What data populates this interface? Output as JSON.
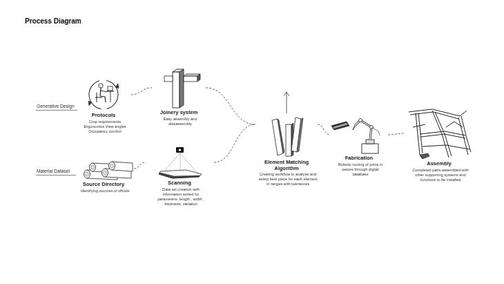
{
  "diagram": {
    "title": "Process Diagram",
    "nodes": [
      {
        "text": [
          "Protocols",
          "Crop requirements Ergonomics View angles Occupancy comfort"
        ]
      },
      {
        "text": [
          "Joinery system",
          "Easy assembly and dissassembly"
        ]
      },
      {
        "text": [
          "Source Directory",
          "Identifying sources of offcuts"
        ]
      },
      {
        "text": [
          "Scanning",
          "Data set creation with information sorted for parameters: length , width , thickness, variation"
        ]
      },
      {
        "text": [
          "Element Matching Algorithm",
          "Creating workflow to analyse and select best piece for each element in ranges with tolerances"
        ]
      },
      {
        "text": [
          "Fabrication",
          "Robotic routing of joints in peices through digital database"
        ]
      },
      {
        "text": [
          "Assembly",
          "Completed parts assembled with other supporting systems and functions to be installed"
        ]
      }
    ],
    "edges": [
      {
        "from": 0,
        "to": 1,
        "arrow": "none"
      },
      {
        "from": 1,
        "to": 4,
        "arrow": "none"
      },
      {
        "from": 2,
        "to": 3,
        "arrow": "none"
      },
      {
        "from": 3,
        "to": 4,
        "arrow": "none"
      },
      {
        "from": 4,
        "to": 5,
        "arrow": "none"
      },
      {
        "from": 5,
        "to": 6,
        "arrow": "none"
      }
    ],
    "labels": [
      "Generative Design",
      "Material Dataset"
    ]
  }
}
